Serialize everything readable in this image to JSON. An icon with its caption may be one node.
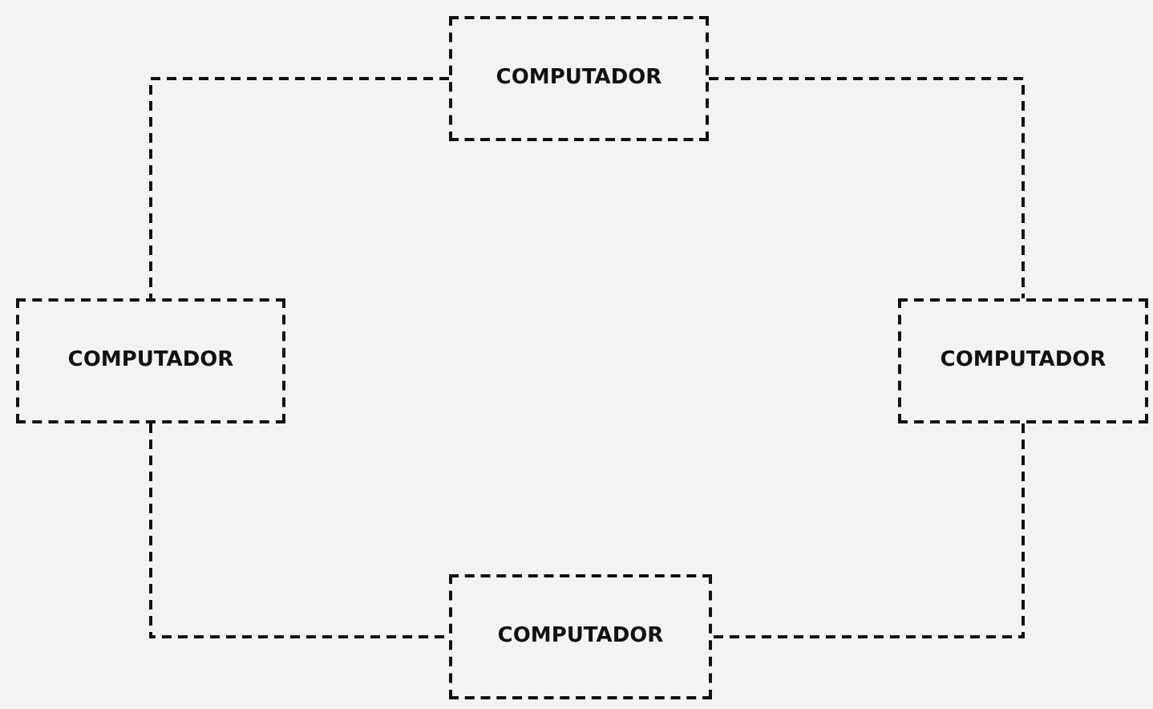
{
  "diagram": {
    "nodes": [
      {
        "text": [
          "COMPUTADOR"
        ]
      },
      {
        "text": [
          "COMPUTADOR"
        ]
      },
      {
        "text": [
          "COMPUTADOR"
        ]
      },
      {
        "text": [
          "COMPUTADOR"
        ]
      }
    ],
    "edges": [
      {
        "from": 0,
        "to": 1,
        "arrow": "none",
        "style": "dashed"
      },
      {
        "from": 0,
        "to": 2,
        "arrow": "none",
        "style": "dashed"
      },
      {
        "from": 1,
        "to": 3,
        "arrow": "none",
        "style": "dashed"
      },
      {
        "from": 2,
        "to": 3,
        "arrow": "none",
        "style": "dashed"
      }
    ]
  }
}
